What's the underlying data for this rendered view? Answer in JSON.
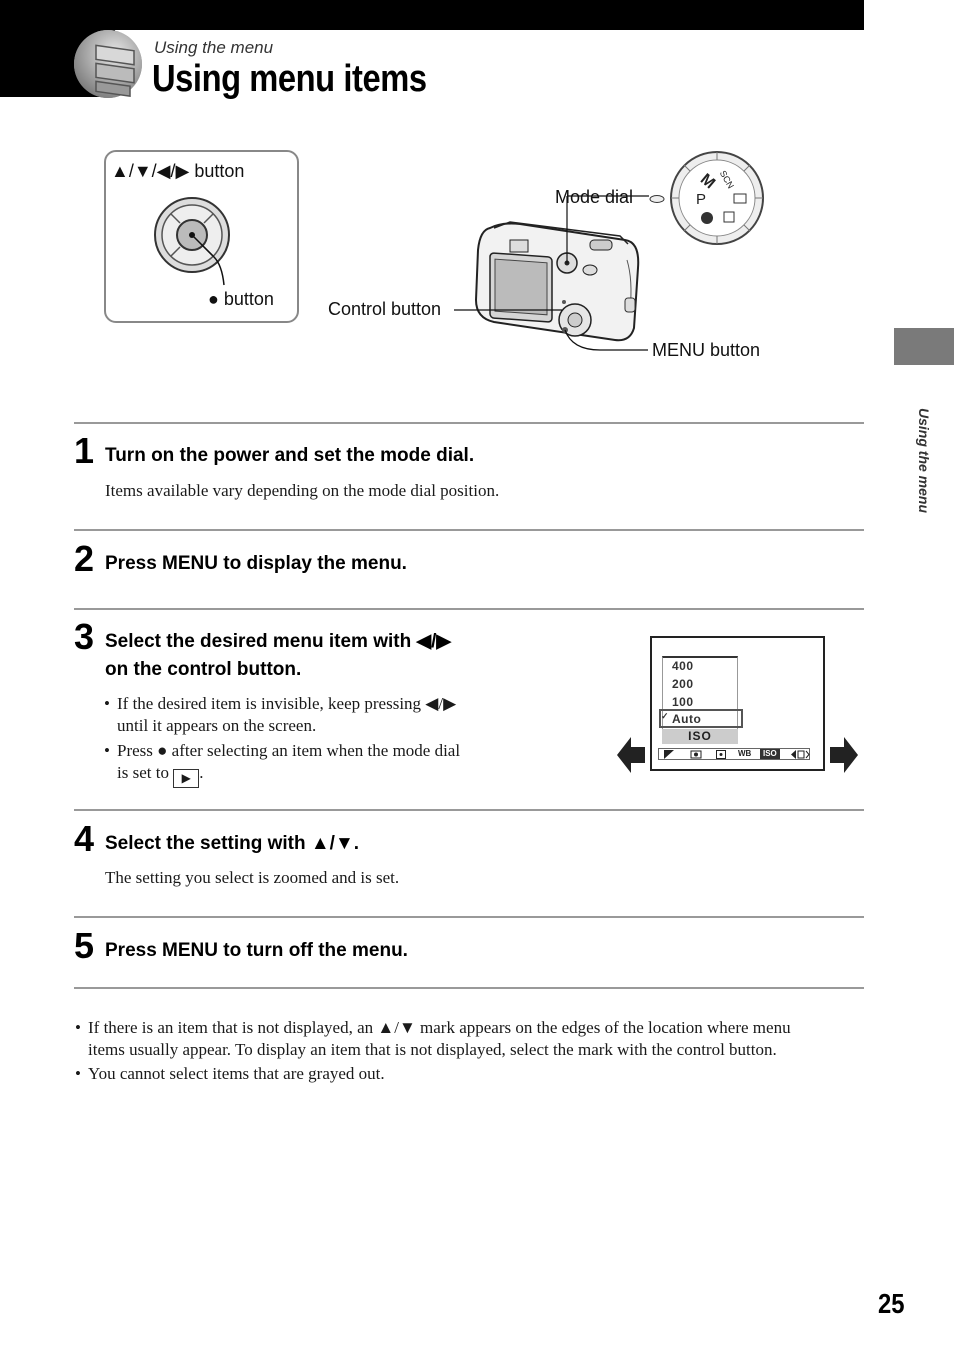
{
  "header": {
    "subtitle": "Using the menu",
    "title": "Using menu items"
  },
  "side_tab": {
    "label": "Using the menu"
  },
  "diagram": {
    "arrow_button_label": "▲/▼/◀/▶ button",
    "center_button_label": "● button",
    "mode_dial_label": "Mode dial",
    "control_button_label": "Control button",
    "menu_button_label": "MENU button",
    "dial_letters": {
      "m": "M",
      "p": "P",
      "scn": "SCN"
    }
  },
  "steps": [
    {
      "number": "1",
      "heading": "Turn on the power and set the mode dial.",
      "body": "Items available vary depending on the mode dial position."
    },
    {
      "number": "2",
      "heading": "Press MENU to display the menu."
    },
    {
      "number": "3",
      "heading_line1": "Select the desired menu item with ◀/▶",
      "heading_line2": "on the control button.",
      "bullets": [
        {
          "line1": "If the desired item is invisible, keep pressing ◀/▶",
          "line2": "until it appears on the screen."
        },
        {
          "line1": "Press ● after selecting an item when the mode dial",
          "line2_pre": "is set to",
          "line2_icon": "▶",
          "line2_post": "."
        }
      ]
    },
    {
      "number": "4",
      "heading": "Select the setting with ▲/▼.",
      "body": "The setting you select is zoomed and is set."
    },
    {
      "number": "5",
      "heading": "Press MENU to turn off the menu."
    }
  ],
  "lcd_screen": {
    "iso_options": [
      "400",
      "200",
      "100",
      "Auto"
    ],
    "selected": "Auto",
    "menu_title": "ISO",
    "menu_bar_items": [
      "WB",
      "ISO"
    ]
  },
  "notes": [
    {
      "line1": "If there is an item that is not displayed, an ▲/▼ mark appears on the edges of the location where menu",
      "line2": "items usually appear. To display an item that is not displayed, select the mark with the control button."
    },
    {
      "line1": "You cannot select items that are grayed out."
    }
  ],
  "page_number": "25"
}
